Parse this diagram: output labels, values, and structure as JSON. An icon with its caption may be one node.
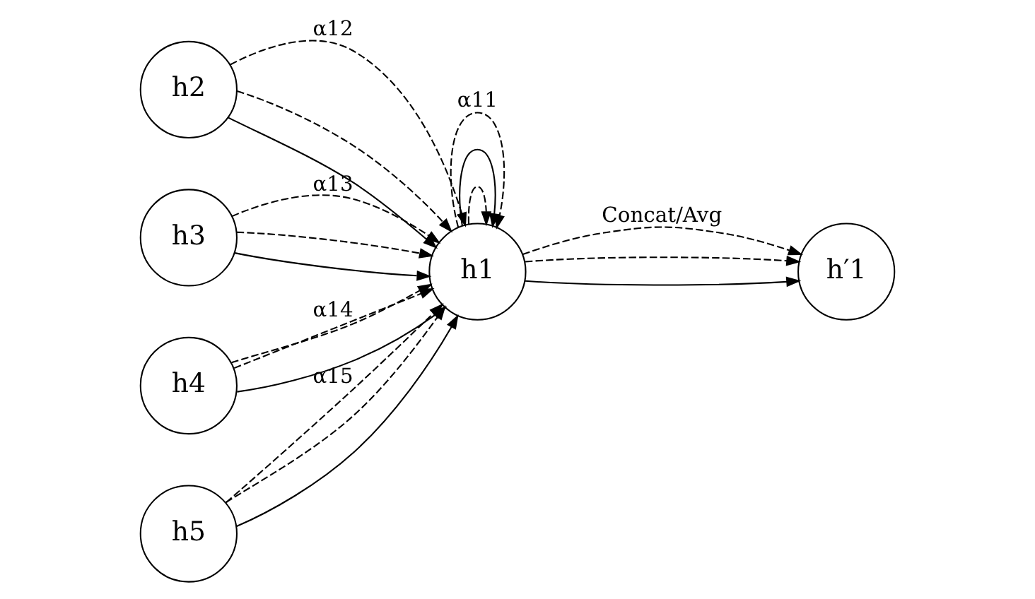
{
  "diagram": {
    "nodes": [
      {
        "text": [
          "h1"
        ]
      },
      {
        "text": [
          "h2"
        ]
      },
      {
        "text": [
          "h3"
        ]
      },
      {
        "text": [
          "h4"
        ]
      },
      {
        "text": [
          "h5"
        ]
      },
      {
        "text": [
          "h′1"
        ]
      }
    ],
    "edges": [
      {
        "from": 1,
        "to": 0,
        "arrow": "to",
        "style": "dashed",
        "label": "α12"
      },
      {
        "from": 1,
        "to": 0,
        "arrow": "to"
      },
      {
        "from": 1,
        "to": 0,
        "arrow": "to",
        "style": "dashed"
      },
      {
        "from": 2,
        "to": 0,
        "arrow": "to",
        "style": "dashed",
        "label": "α13"
      },
      {
        "from": 2,
        "to": 0,
        "arrow": "to"
      },
      {
        "from": 2,
        "to": 0,
        "arrow": "to",
        "style": "dashed"
      },
      {
        "from": 3,
        "to": 0,
        "arrow": "to",
        "style": "dashed",
        "label": "α14"
      },
      {
        "from": 3,
        "to": 0,
        "arrow": "to"
      },
      {
        "from": 3,
        "to": 0,
        "arrow": "to",
        "style": "dashed"
      },
      {
        "from": 4,
        "to": 0,
        "arrow": "to",
        "style": "dashed",
        "label": "α15"
      },
      {
        "from": 4,
        "to": 0,
        "arrow": "to"
      },
      {
        "from": 4,
        "to": 0,
        "arrow": "to",
        "style": "dashed"
      },
      {
        "from": 0,
        "to": 0,
        "arrow": "to",
        "style": "dashed"
      },
      {
        "from": 0,
        "to": 0,
        "arrow": "to"
      },
      {
        "from": 0,
        "to": 0,
        "arrow": "to",
        "style": "dashed",
        "label": "α11"
      },
      {
        "from": 0,
        "to": 5,
        "arrow": "to",
        "style": "dashed",
        "label": "Concat/Avg"
      },
      {
        "from": 0,
        "to": 5,
        "arrow": "to"
      },
      {
        "from": 0,
        "to": 5,
        "arrow": "to",
        "style": "dashed"
      }
    ]
  }
}
